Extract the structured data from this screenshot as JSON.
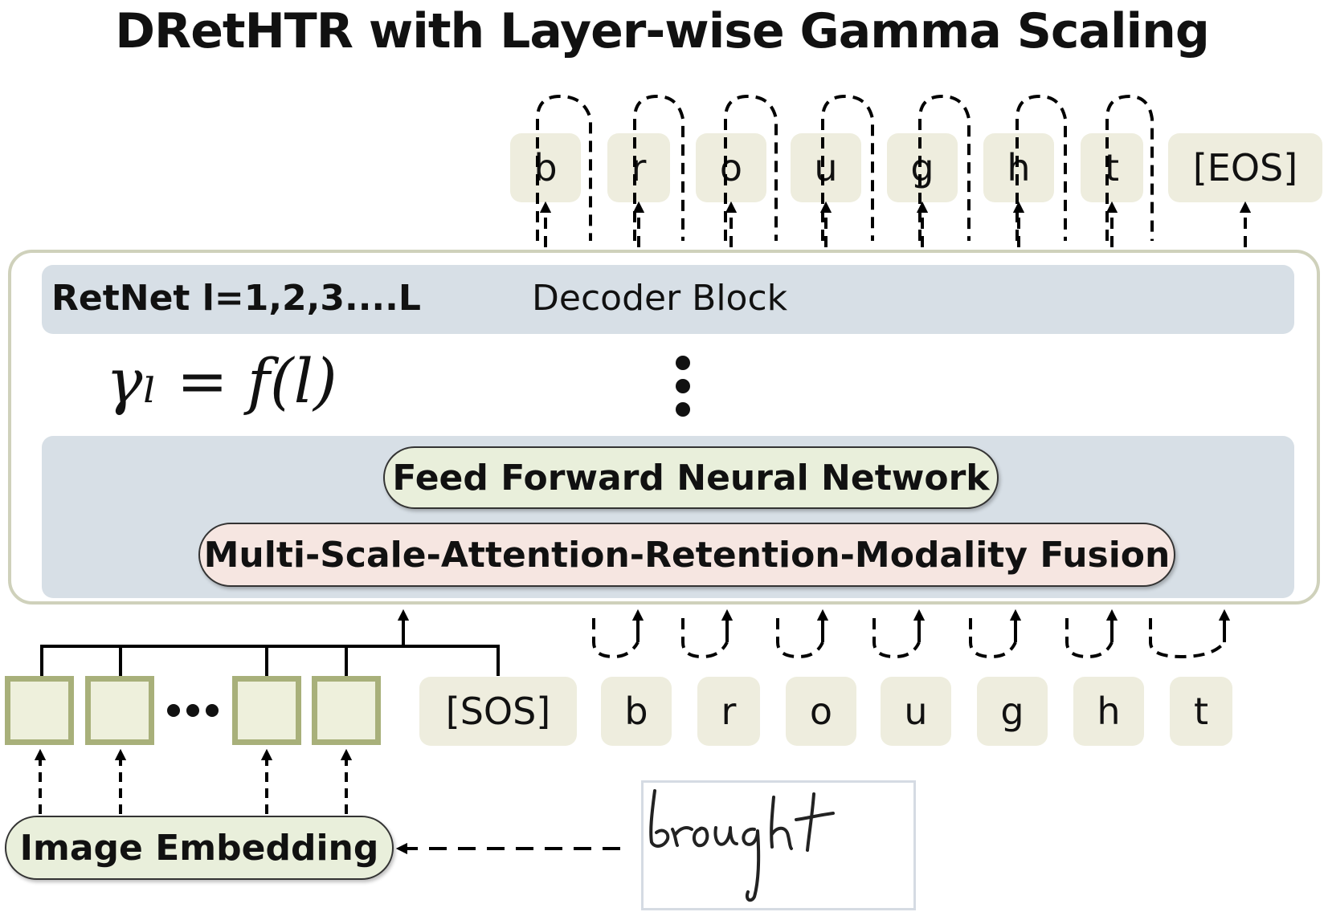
{
  "title": "DRetHTR  with Layer-wise Gamma Scaling",
  "decoder": {
    "layer_label": "RetNet  l=1,2,3....L",
    "block_label": "Decoder Block",
    "formula": "γₗ = f(l)",
    "ffn_label": "Feed Forward Neural Network",
    "attention_label": "Multi-Scale-Attention-Retention-Modality Fusion"
  },
  "output_tokens": [
    "b",
    "r",
    "o",
    "u",
    "g",
    "h",
    "t",
    "[EOS]"
  ],
  "input_tokens": [
    "[SOS]",
    "b",
    "r",
    "o",
    "u",
    "g",
    "h",
    "t"
  ],
  "image_embedding_label": "Image Embedding",
  "handwritten_word": "brought",
  "colors": {
    "token_fill": "#eeedde",
    "band_fill": "#d7dfe6",
    "ffn_fill": "#e9efdb",
    "attention_fill": "#f6e6e1",
    "patch_border": "#a8b07a",
    "outer_border": "#cfd1bb"
  }
}
